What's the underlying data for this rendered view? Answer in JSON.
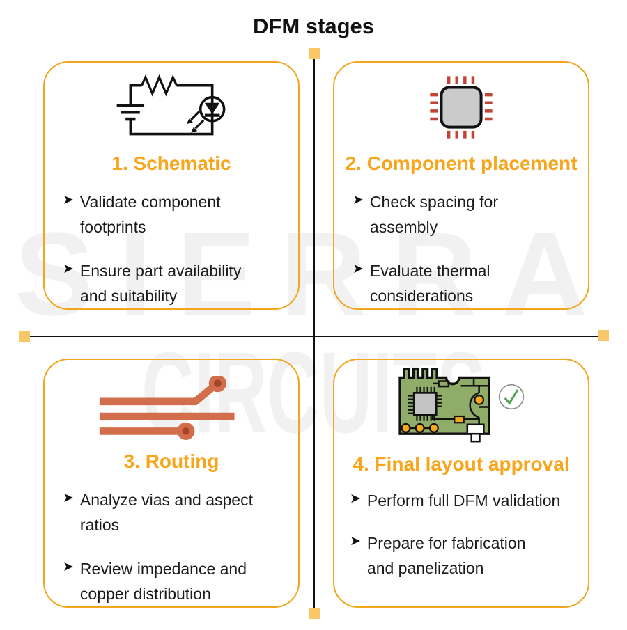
{
  "title": "DFM stages",
  "watermark": {
    "line1": "SIERRA",
    "line2": "CIRCUITS"
  },
  "bullet_marker": "➤",
  "colors": {
    "accent_orange_title": "#f9a51b",
    "card_border": "#f2a51e",
    "divider_square": "#f8c768",
    "divider_line": "#101010",
    "copper_trace": "#d26e4b",
    "via_center": "#a8432a",
    "chip_pin_red": "#c14434",
    "chip_body_gray": "#cbcbcb",
    "pcb_green": "#8fac69",
    "pad_yellow": "#f3a81e",
    "check_green": "#55a05a",
    "watermark_gray": "rgba(0,0,0,0.055)"
  },
  "stages": [
    {
      "title": "1. Schematic",
      "icon": "circuit-schematic-icon",
      "bullets": [
        "Validate component\nfootprints",
        "Ensure part availability\nand suitability"
      ]
    },
    {
      "title": "2. Component placement",
      "icon": "chip-icon",
      "bullets": [
        "Check spacing for\nassembly",
        "Evaluate thermal\nconsiderations"
      ]
    },
    {
      "title": "3. Routing",
      "icon": "copper-traces-icon",
      "bullets": [
        "Analyze vias and aspect\nratios",
        "Review impedance and\ncopper distribution"
      ]
    },
    {
      "title": "4. Final layout approval",
      "icon": "pcb-board-check-icon",
      "bullets": [
        "Perform full DFM validation",
        "Prepare for fabrication\nand panelization"
      ]
    }
  ]
}
